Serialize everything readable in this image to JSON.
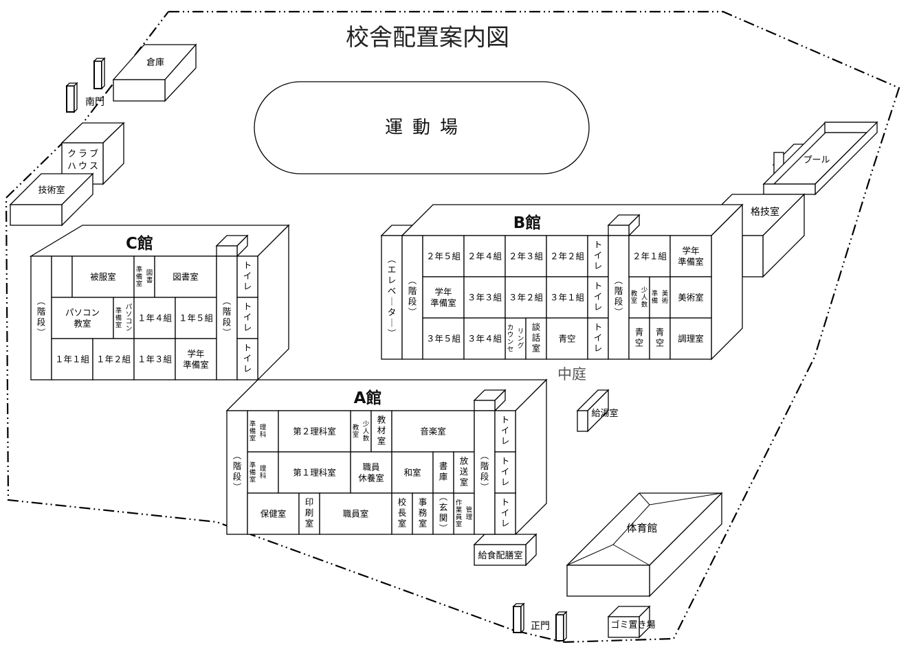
{
  "title": "校舎配置案内図",
  "field": "運動場",
  "courtyard": "中庭",
  "gates": {
    "south": "南門",
    "main": "正門"
  },
  "outbuildings": {
    "warehouse": "倉庫",
    "clubhouse": [
      "クラブ",
      "ハウス"
    ],
    "tech_room": "技術室",
    "pool": "プール",
    "martial_arts": "格技室",
    "kettle_room": "給湯室",
    "gym": "体育館",
    "garbage": "ゴミ置き場",
    "lunch_room": "給食配膳室"
  },
  "buildings": {
    "C": {
      "name": "C館",
      "rooms": [
        {
          "id": "c-stairs-left",
          "label": "（階段）",
          "v": true
        },
        {
          "id": "c-blank",
          "label": ""
        },
        {
          "id": "c-sewing",
          "label": "被服室"
        },
        {
          "id": "c-lib-prep",
          "label": "準備室",
          "v": true
        },
        {
          "id": "c-lib-prep2",
          "label": "図書",
          "v": true
        },
        {
          "id": "c-library",
          "label": "図書室"
        },
        {
          "id": "c-pc",
          "label": "パソコン\n教室"
        },
        {
          "id": "c-pc-prep",
          "label": "準備室",
          "v": true
        },
        {
          "id": "c-pc-prep2",
          "label": "パソコン",
          "v": true
        },
        {
          "id": "c-1-4",
          "label": "１年４組"
        },
        {
          "id": "c-1-5",
          "label": "１年５組"
        },
        {
          "id": "c-1-1",
          "label": "１年１組"
        },
        {
          "id": "c-1-2",
          "label": "１年２組"
        },
        {
          "id": "c-1-3",
          "label": "１年３組"
        },
        {
          "id": "c-grade-prep",
          "label": "学年\n準備室"
        },
        {
          "id": "c-stairs-right",
          "label": "（階段）",
          "v": true
        },
        {
          "id": "c-wc1",
          "label": "トイレ",
          "v": true
        },
        {
          "id": "c-wc2",
          "label": "トイレ",
          "v": true
        },
        {
          "id": "c-wc3",
          "label": "トイレ",
          "v": true
        }
      ]
    },
    "B": {
      "name": "B館",
      "rooms": [
        {
          "id": "b-elevator",
          "label": "（エレベーター）",
          "v": true
        },
        {
          "id": "b-stairs-left",
          "label": "（階段）",
          "v": true
        },
        {
          "id": "b-2-5",
          "label": "２年５組"
        },
        {
          "id": "b-2-4",
          "label": "２年４組"
        },
        {
          "id": "b-2-3",
          "label": "２年３組"
        },
        {
          "id": "b-2-2",
          "label": "２年２組"
        },
        {
          "id": "b-grade-prep-l",
          "label": "学年\n準備室"
        },
        {
          "id": "b-3-3",
          "label": "３年３組"
        },
        {
          "id": "b-3-2",
          "label": "３年２組"
        },
        {
          "id": "b-3-1",
          "label": "３年１組"
        },
        {
          "id": "b-3-5",
          "label": "３年５組"
        },
        {
          "id": "b-3-4",
          "label": "３年４組"
        },
        {
          "id": "b-counsel",
          "label": "カウンセ",
          "v": true
        },
        {
          "id": "b-counsel2",
          "label": "リング",
          "v": true
        },
        {
          "id": "b-talk",
          "label": "談話室",
          "v": true
        },
        {
          "id": "b-empty1",
          "label": "青空"
        },
        {
          "id": "b-wc1",
          "label": "トイレ",
          "v": true
        },
        {
          "id": "b-wc2",
          "label": "トイレ",
          "v": true
        },
        {
          "id": "b-wc3",
          "label": "トイレ",
          "v": true
        },
        {
          "id": "b-stairs-right",
          "label": "（階段）",
          "v": true
        },
        {
          "id": "b-2-1",
          "label": "２年１組"
        },
        {
          "id": "b-grade-prep-r",
          "label": "学年\n準備室"
        },
        {
          "id": "b-small1",
          "label": "少人数",
          "v": true
        },
        {
          "id": "b-small2",
          "label": "教室",
          "v": true
        },
        {
          "id": "b-art-prep1",
          "label": "美術",
          "v": true
        },
        {
          "id": "b-art-prep2",
          "label": "準備",
          "v": true
        },
        {
          "id": "b-art",
          "label": "美術室"
        },
        {
          "id": "b-empty2",
          "label": "青空",
          "v": true
        },
        {
          "id": "b-empty3",
          "label": "青空",
          "v": true
        },
        {
          "id": "b-cooking",
          "label": "調理室"
        }
      ]
    },
    "A": {
      "name": "A館",
      "rooms": [
        {
          "id": "a-stairs-left",
          "label": "（階段）",
          "v": true
        },
        {
          "id": "a-sci-prep2a",
          "label": "理科",
          "v": true
        },
        {
          "id": "a-sci-prep2b",
          "label": "準備室",
          "v": true
        },
        {
          "id": "a-sci2",
          "label": "第２理科室"
        },
        {
          "id": "a-small1",
          "label": "少人数",
          "v": true
        },
        {
          "id": "a-small2",
          "label": "教室",
          "v": true
        },
        {
          "id": "a-material",
          "label": "教材室",
          "v": true
        },
        {
          "id": "a-music",
          "label": "音楽室"
        },
        {
          "id": "a-sci-prep1a",
          "label": "理科",
          "v": true
        },
        {
          "id": "a-sci-prep1b",
          "label": "準備室",
          "v": true
        },
        {
          "id": "a-sci1",
          "label": "第１理科室"
        },
        {
          "id": "a-staff-rest",
          "label": "職員\n休養室"
        },
        {
          "id": "a-japanese",
          "label": "和室"
        },
        {
          "id": "a-store",
          "label": "書庫",
          "v": true
        },
        {
          "id": "a-broadcast",
          "label": "放送室",
          "v": true
        },
        {
          "id": "a-nurse",
          "label": "保健室"
        },
        {
          "id": "a-print",
          "label": "印刷室",
          "v": true
        },
        {
          "id": "a-staff",
          "label": "職員室"
        },
        {
          "id": "a-principal",
          "label": "校長室",
          "v": true
        },
        {
          "id": "a-office",
          "label": "事務室",
          "v": true
        },
        {
          "id": "a-entrance",
          "label": "（玄関）",
          "v": true
        },
        {
          "id": "a-custodian1",
          "label": "管理",
          "v": true
        },
        {
          "id": "a-custodian2",
          "label": "作業員室",
          "v": true
        },
        {
          "id": "a-stairs-right",
          "label": "（階段）",
          "v": true
        },
        {
          "id": "a-wc1",
          "label": "トイレ",
          "v": true
        },
        {
          "id": "a-wc2",
          "label": "トイレ",
          "v": true
        },
        {
          "id": "a-wc3",
          "label": "トイレ",
          "v": true
        }
      ]
    }
  }
}
